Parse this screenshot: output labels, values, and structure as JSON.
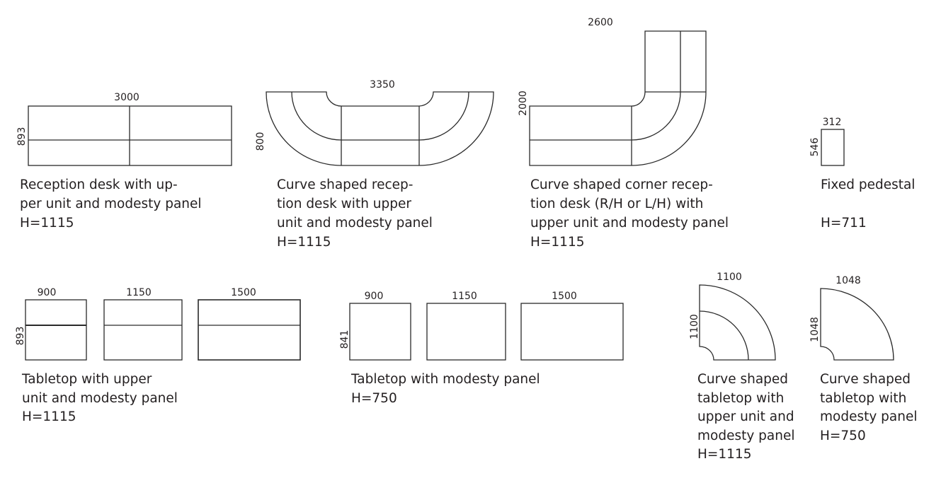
{
  "items": [
    {
      "dims": {
        "width": "3000",
        "depth": "893"
      },
      "caption": [
        "Reception desk with up-",
        "per unit and modesty panel",
        "H=1115"
      ]
    },
    {
      "dims": {
        "width": "3350",
        "depth": "800"
      },
      "caption": [
        "Curve shaped recep-",
        "tion desk with upper",
        "unit and modesty panel",
        "H=1115"
      ]
    },
    {
      "dims": {
        "width": "2600",
        "depth": "2000"
      },
      "caption": [
        "Curve shaped corner recep-",
        "tion desk (R/H or L/H) with",
        "upper unit and modesty panel",
        "H=1115"
      ]
    },
    {
      "dims": {
        "width": "312",
        "depth": "546"
      },
      "caption": [
        "Fixed pedestal",
        "",
        "H=711"
      ]
    },
    {
      "dims": {
        "widths": [
          "900",
          "1150",
          "1500"
        ],
        "depth": "893"
      },
      "caption": [
        "Tabletop with upper",
        "unit and modesty panel",
        "H=1115"
      ]
    },
    {
      "dims": {
        "widths": [
          "900",
          "1150",
          "1500"
        ],
        "depth": "841"
      },
      "caption": [
        "Tabletop with modesty panel",
        "H=750"
      ]
    },
    {
      "dims": {
        "width": "1100",
        "depth": "1100"
      },
      "caption": [
        "Curve shaped",
        "tabletop with",
        "upper unit and",
        "modesty panel",
        "H=1115"
      ]
    },
    {
      "dims": {
        "width": "1048",
        "depth": "1048"
      },
      "caption": [
        "Curve shaped",
        "tabletop with",
        "modesty panel",
        "H=750"
      ]
    }
  ]
}
